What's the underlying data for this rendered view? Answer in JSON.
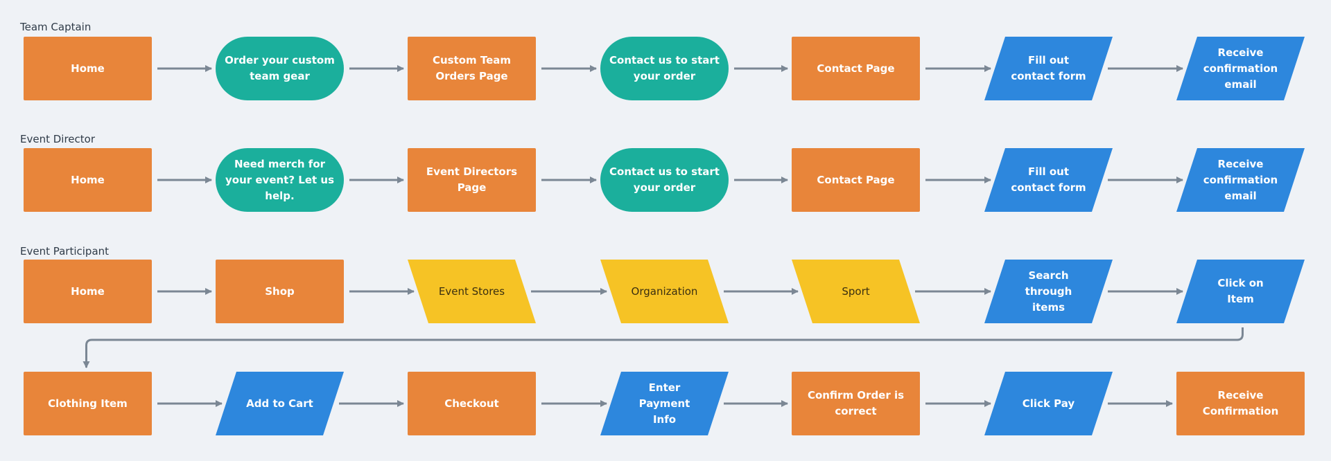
{
  "colors": {
    "page": "#eff2f6",
    "process": "#e8853a",
    "terminal": "#1baf9c",
    "data_blue": "#2d87dd",
    "data_yellow": "#f6c325",
    "connector": "#7b8794"
  },
  "lanes": [
    {
      "label": "Team Captain",
      "nodes": [
        {
          "shape": "process",
          "text": "Home"
        },
        {
          "shape": "terminal",
          "text": "Order your custom team gear"
        },
        {
          "shape": "process",
          "text": "Custom Team Orders Page"
        },
        {
          "shape": "terminal",
          "text": "Contact us to start your order"
        },
        {
          "shape": "process",
          "text": "Contact Page"
        },
        {
          "shape": "data_blue",
          "text": "Fill out contact form"
        },
        {
          "shape": "data_blue",
          "text": "Receive confirmation email"
        }
      ]
    },
    {
      "label": "Event Director",
      "nodes": [
        {
          "shape": "process",
          "text": "Home"
        },
        {
          "shape": "terminal",
          "text": "Need merch for your event? Let us help."
        },
        {
          "shape": "process",
          "text": "Event Directors Page"
        },
        {
          "shape": "terminal",
          "text": "Contact us to start your order"
        },
        {
          "shape": "process",
          "text": "Contact Page"
        },
        {
          "shape": "data_blue",
          "text": "Fill out contact form"
        },
        {
          "shape": "data_blue",
          "text": "Receive confirmation email"
        }
      ]
    },
    {
      "label": "Event Participant",
      "nodes": [
        {
          "shape": "process",
          "text": "Home"
        },
        {
          "shape": "process",
          "text": "Shop"
        },
        {
          "shape": "data_yellow",
          "text": "Event Stores"
        },
        {
          "shape": "data_yellow",
          "text": "Organization"
        },
        {
          "shape": "data_yellow",
          "text": "Sport"
        },
        {
          "shape": "data_blue",
          "text": "Search through items"
        },
        {
          "shape": "data_blue",
          "text": "Click on Item"
        }
      ]
    },
    {
      "label": "",
      "nodes": [
        {
          "shape": "process",
          "text": "Clothing Item"
        },
        {
          "shape": "data_blue",
          "text": "Add to Cart"
        },
        {
          "shape": "process",
          "text": "Checkout"
        },
        {
          "shape": "data_blue",
          "text": "Enter Payment Info"
        },
        {
          "shape": "process",
          "text": "Confirm Order is correct"
        },
        {
          "shape": "data_blue",
          "text": "Click Pay"
        },
        {
          "shape": "process",
          "text": "Receive Confirmation"
        }
      ]
    }
  ]
}
